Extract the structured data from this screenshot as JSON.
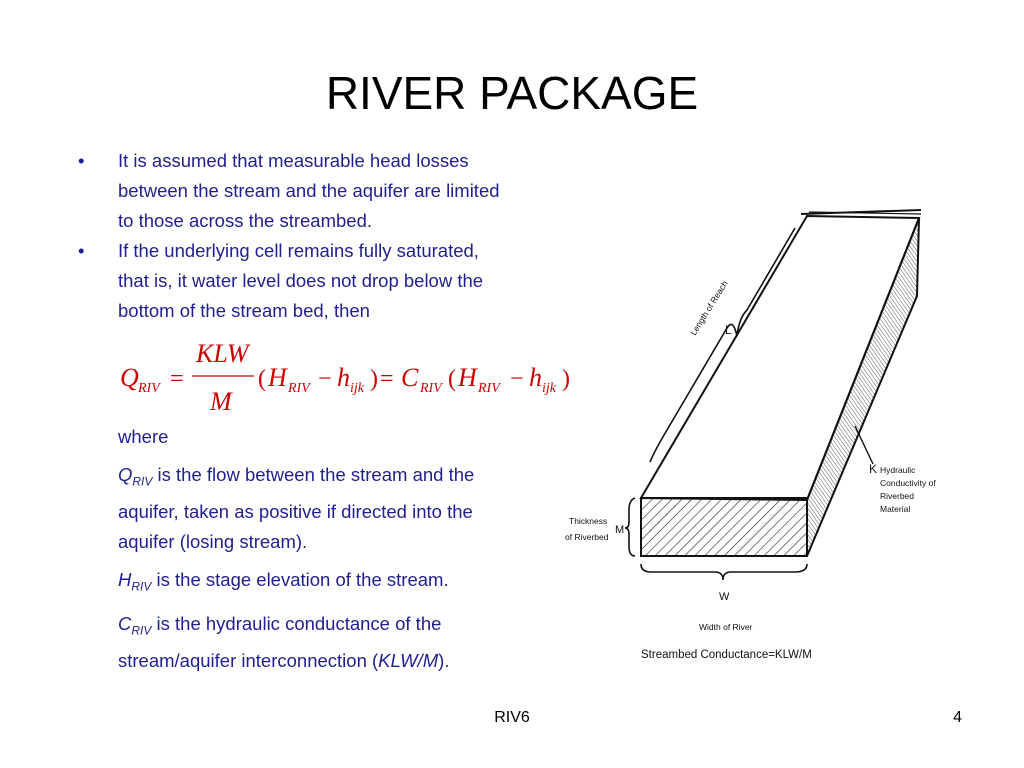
{
  "slide": {
    "title": "RIVER PACKAGE",
    "bullets": [
      {
        "marker": "•",
        "lines": [
          "It is assumed that measurable head losses",
          "between the stream and the aquifer are limited",
          "to those across the streambed."
        ]
      },
      {
        "marker": "•",
        "lines": [
          "If the underlying cell remains fully saturated,",
          "that is, it water level does not drop below the",
          "bottom of the stream bed, then"
        ]
      }
    ],
    "where_label": "where",
    "defs": {
      "q_sym": "Q",
      "q_sub": "RIV",
      "q_lines": [
        " is the flow between the stream and the",
        "aquifer, taken as positive if directed into the",
        "aquifer (losing stream)."
      ],
      "h_sym": "H",
      "h_sub": "RIV",
      "h_text": " is the stage elevation of the stream.",
      "c_sym": "C",
      "c_sub": "RIV",
      "c_line1": " is the hydraulic conductance of the",
      "c_line2_pre": "stream/aquifer interconnection (",
      "c_line2_ital": "KLW/M",
      "c_line2_post": ")."
    },
    "equation": {
      "lhs": "Q",
      "lhs_sub": "RIV",
      "eq": "=",
      "numerator": "KLW",
      "denominator": "M",
      "open": "(",
      "h1": "H",
      "h1_sub": "RIV",
      "minus": "−",
      "h2": "h",
      "h2_sub": "ijk",
      "close": ")",
      "eq2": "=",
      "c": "C",
      "c_sub": "RIV",
      "open2": "(",
      "h3": "H",
      "h3_sub": "RIV",
      "minus2": "−",
      "h4": "h",
      "h4_sub": "ijk",
      "close2": ")"
    },
    "figure": {
      "length_label": "Length of Reach",
      "l_letter": "L",
      "k_letter": "K",
      "k_desc": [
        "Hydraulic",
        "Conductivity of",
        "Riverbed",
        "Material"
      ],
      "thickness_desc": [
        "Thickness",
        "of Riverbed"
      ],
      "m_letter": "M",
      "w_letter": "W",
      "width_label": "Width of River",
      "caption": "Streambed Conductance=KLW/M"
    },
    "footer": {
      "center": "RIV6",
      "page": "4"
    },
    "colors": {
      "text": "#1f1f8f",
      "equation": "#cc0000",
      "title": "#000000"
    }
  }
}
